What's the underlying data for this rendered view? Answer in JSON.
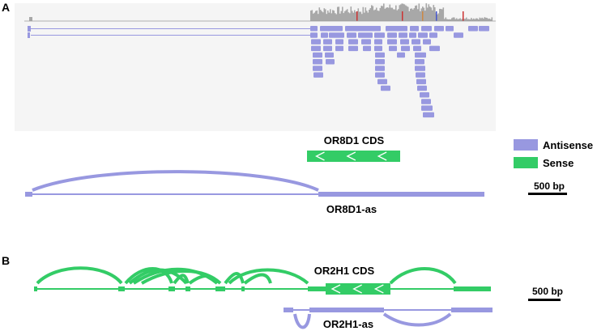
{
  "panel_a": {
    "label": "A",
    "gene_label": "OR8D1 CDS",
    "antisense_label": "OR8D1-as",
    "scale_label": "500 bp"
  },
  "panel_b": {
    "label": "B",
    "gene_label": "OR2H1 CDS",
    "antisense_label": "OR2H1-as",
    "scale_label": "500 bp"
  },
  "legend": {
    "items": [
      {
        "label": "Antisense",
        "color": "#9898e0"
      },
      {
        "label": "Sense",
        "color": "#33cc66"
      }
    ]
  },
  "colors": {
    "antisense": "#9898e0",
    "sense": "#33cc66",
    "coverage": "#a8a8a8",
    "track_bg": "#f5f5f5"
  }
}
